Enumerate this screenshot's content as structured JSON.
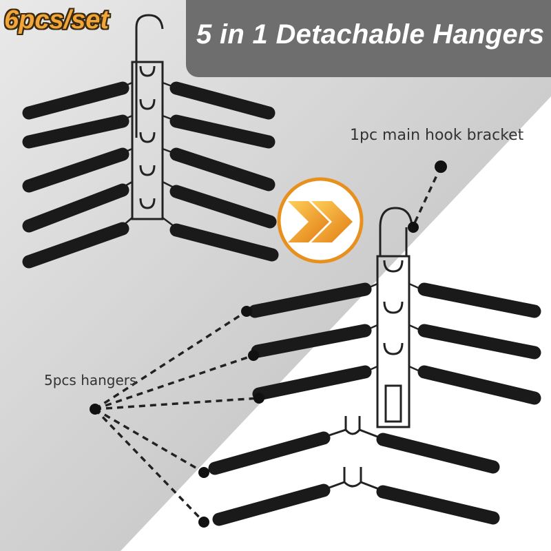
{
  "badge": {
    "text": "6pcs/set"
  },
  "banner": {
    "title": "5 in 1 Detachable Hangers"
  },
  "labels": {
    "main_hook": "1pc main hook bracket",
    "hangers": "5pcs hangers"
  },
  "colors": {
    "badge_orange": "#f2a63a",
    "arrow_orange": "#e8901e",
    "banner_gray": "#6e6e6e",
    "foam_black": "#1a1a1a"
  },
  "icons": [
    "double-chevron-right-icon"
  ]
}
